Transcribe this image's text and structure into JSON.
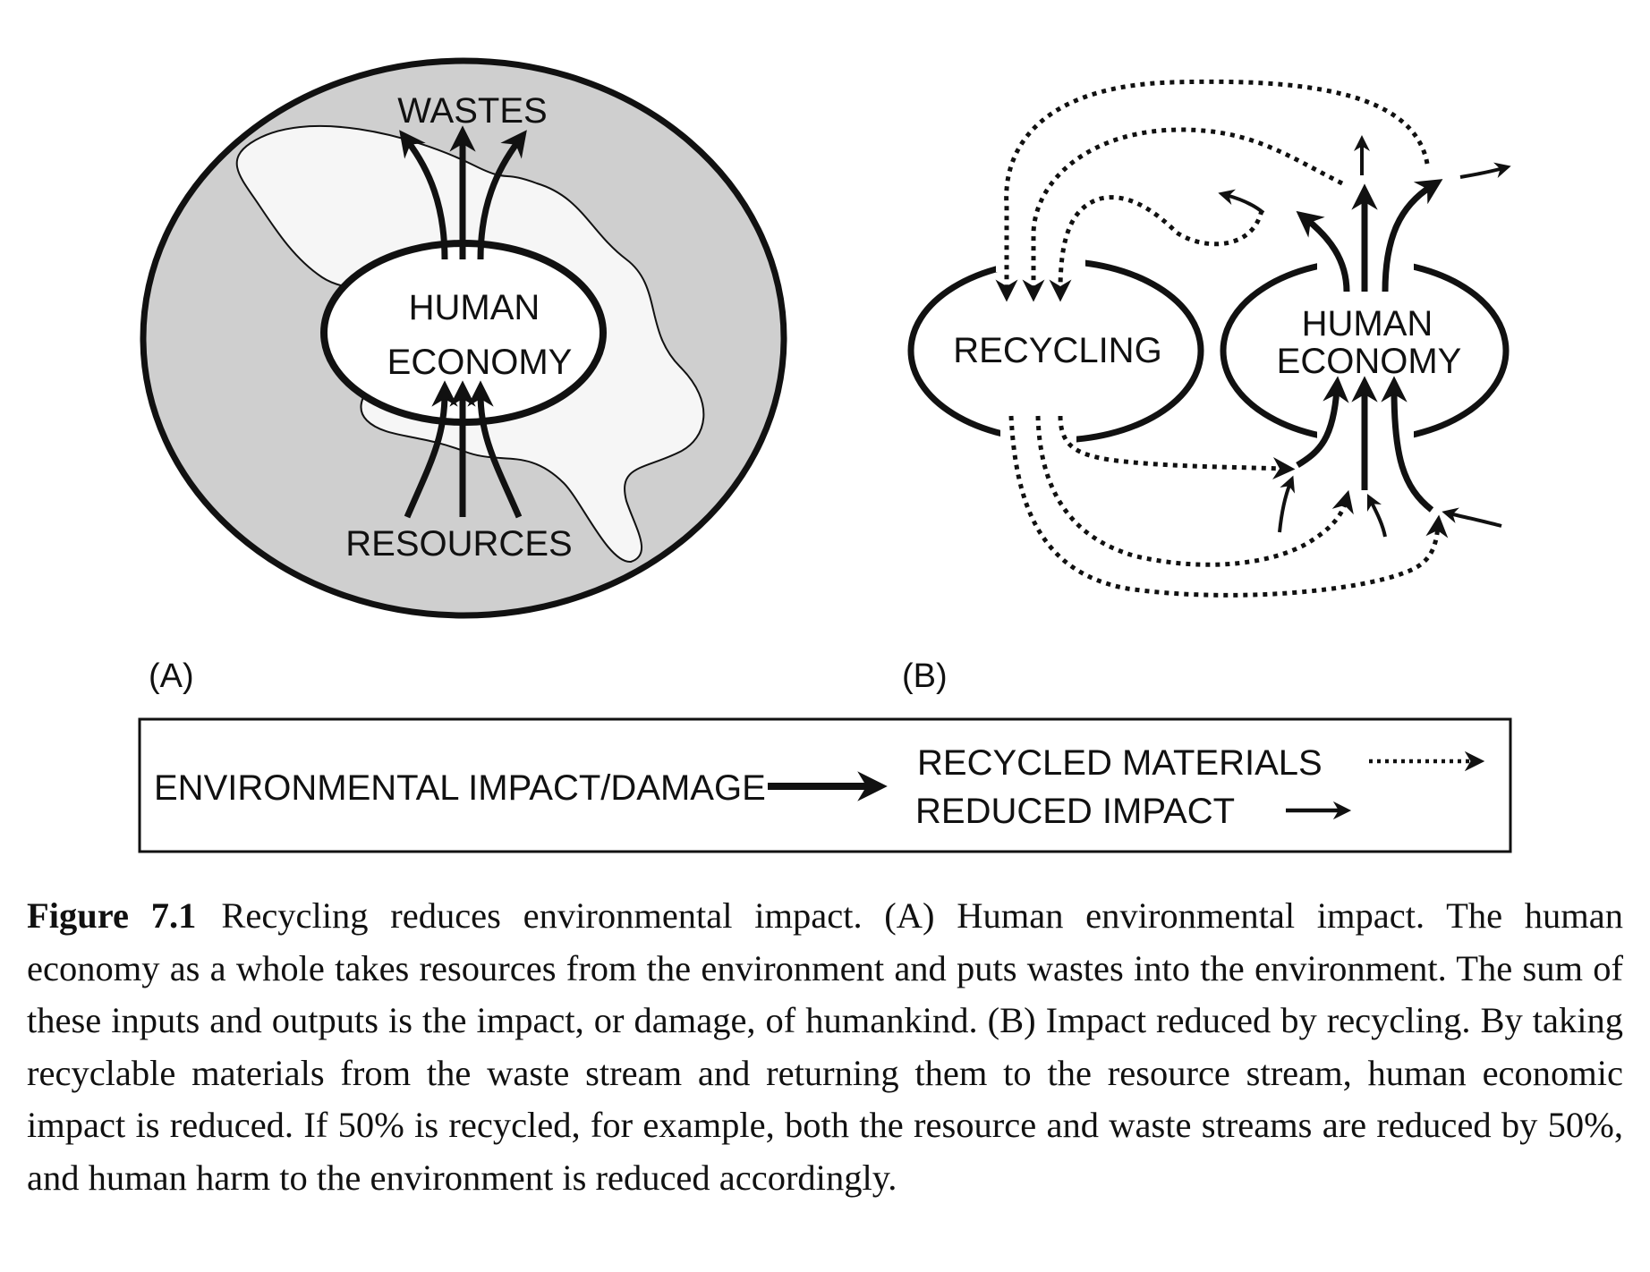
{
  "panel_a": {
    "wastes_label": "WASTES",
    "economy_line1": "HUMAN",
    "economy_line2": "ECONOMY",
    "resources_label": "RESOURCES",
    "panel_label": "(A)"
  },
  "panel_b": {
    "recycling_label": "RECYCLING",
    "economy_line1": "HUMAN",
    "economy_line2": "ECONOMY",
    "panel_label": "(B)"
  },
  "legend": {
    "impact_label": "ENVIRONMENTAL IMPACT/DAMAGE",
    "recycled_label": "RECYCLED MATERIALS",
    "reduced_label": "REDUCED IMPACT"
  },
  "caption": {
    "figure_label": "Figure 7.1",
    "text": "Recycling reduces environmental impact. (A) Human environmental impact. The human economy as a whole takes resources from the environment and puts wastes into the environment. The sum of these inputs and outputs is the impact, or damage, of humankind. (B) Impact reduced by recycling. By taking recyclable materials from the waste stream and returning them to the resource stream, human economic impact is reduced. If 50% is recycled, for example, both the resource and waste streams are reduced by 50%, and human harm to the environment is reduced accordingly."
  },
  "colors": {
    "environment_fill": "#cfcfcf",
    "ink": "#111111"
  }
}
